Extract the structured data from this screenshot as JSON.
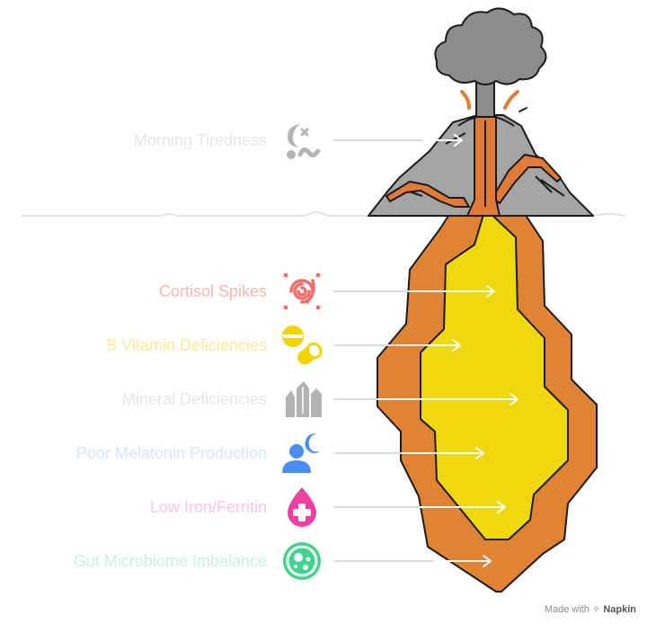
{
  "diagram": {
    "items": [
      {
        "label": "Morning Tiredness",
        "color": "#e7e7e7",
        "icon": "sleep-disturbance-icon",
        "icon_color": "#b3b3b3"
      },
      {
        "label": "Cortisol Spikes",
        "color": "#f6b5b5",
        "icon": "stress-spiral-icon",
        "icon_color": "#f26d6d"
      },
      {
        "label": "B Vitamin Deficiencies",
        "color": "#f8eb9c",
        "icon": "pill-capsule-icon",
        "icon_color": "#f2d400"
      },
      {
        "label": "Mineral Deficiencies",
        "color": "#e7e7e7",
        "icon": "crystal-icon",
        "icon_color": "#b3b3b3"
      },
      {
        "label": "Poor Melatonin Production",
        "color": "#d8e6fb",
        "icon": "person-moon-icon",
        "icon_color": "#4a8cf0"
      },
      {
        "label": "Low Iron/Ferritin",
        "color": "#f7c7e7",
        "icon": "blood-drop-plus-icon",
        "icon_color": "#ee3fa4"
      },
      {
        "label": "Gut Microbiome Imbalance",
        "color": "#c8f2de",
        "icon": "microbe-icon",
        "icon_color": "#3dd68c"
      }
    ],
    "colors": {
      "magma_outer": "#e08433",
      "magma_inner": "#f0d80e",
      "rock": "#a5a5a5",
      "smoke": "#8c8c8c",
      "lava": "#e07a36"
    }
  },
  "footer": {
    "prefix": "Made with",
    "brand": "Napkin"
  }
}
